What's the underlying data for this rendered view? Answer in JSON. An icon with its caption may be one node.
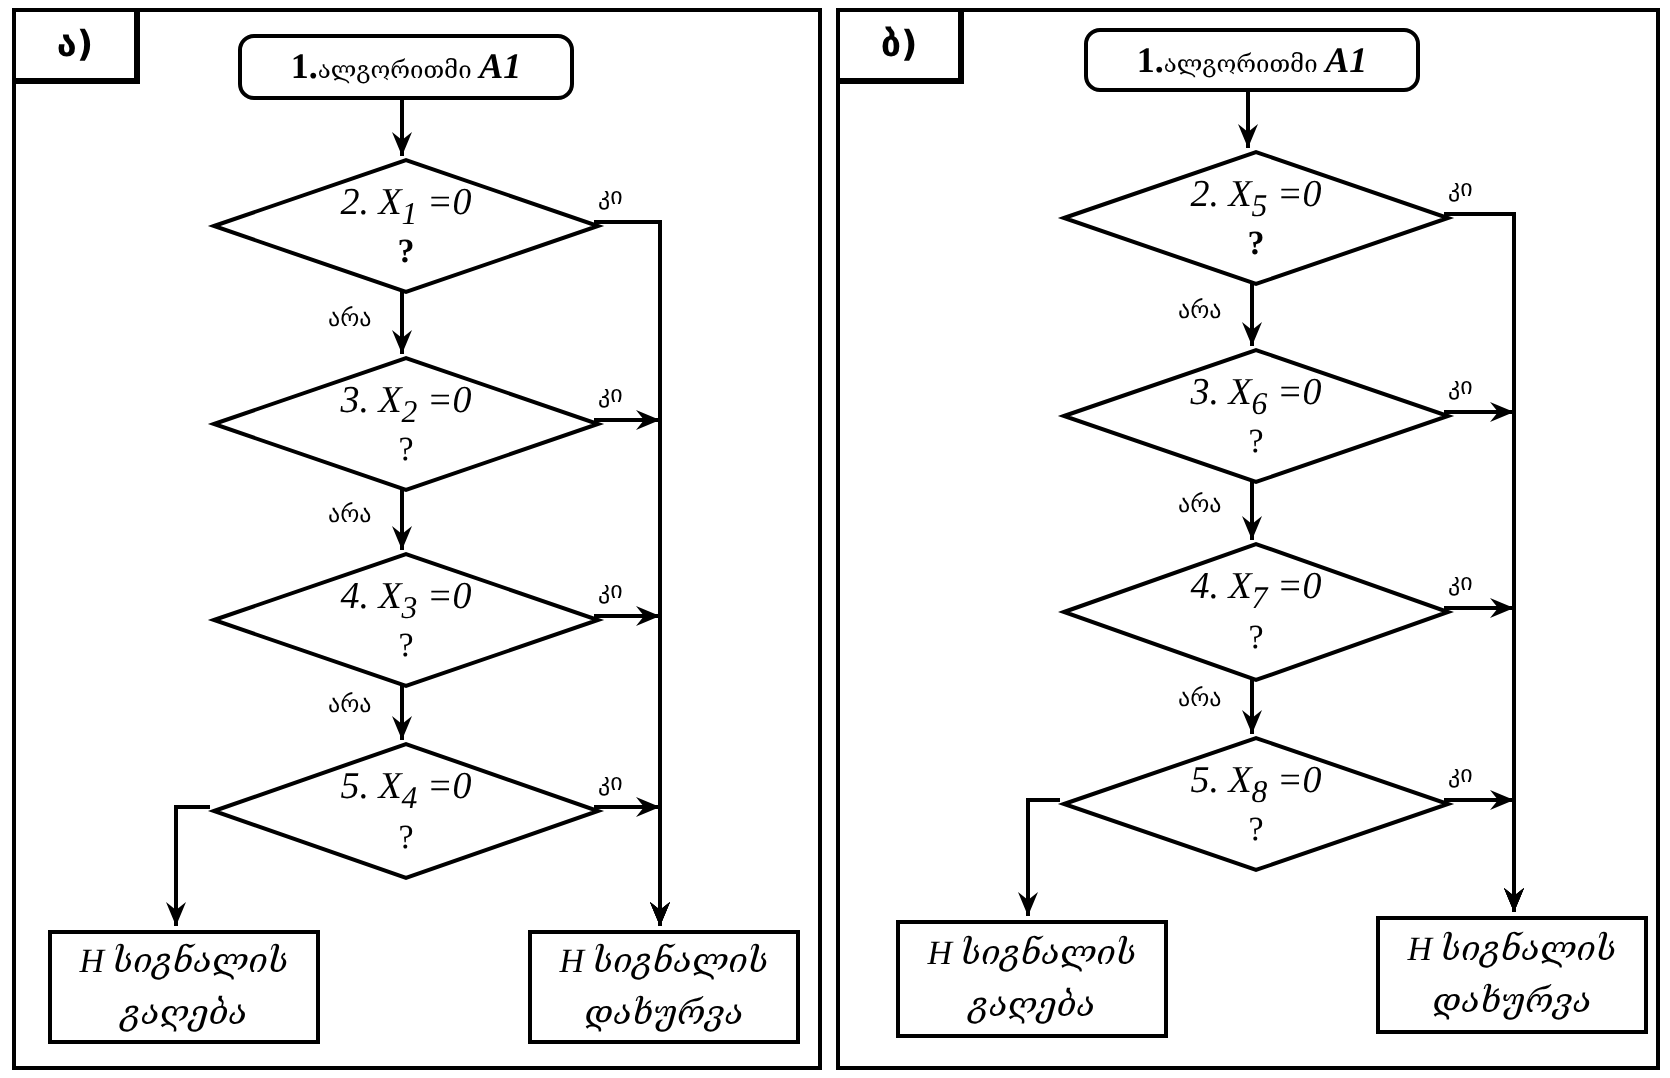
{
  "diagram": {
    "nodes": [
      {
        "text": [
          "ა)"
        ]
      },
      {
        "text": [
          "**1.**ალგორითმი **A1**"
        ],
        "in": 0
      },
      {
        "text": [
          "2. X$_{1}$ =0",
          "?"
        ],
        "in": 0
      },
      {
        "text": [
          "3. X$_{2}$ =0",
          "?"
        ],
        "in": 0
      },
      {
        "text": [
          "4. X$_{3}$ =0",
          "?"
        ],
        "in": 0
      },
      {
        "text": [
          "5. X$_{4}$ =0",
          "?"
        ],
        "in": 0
      },
      {
        "text": [
          "H სიგნალის გაღება"
        ],
        "in": 0
      },
      {
        "text": [
          "H სიგნალის დახურვა"
        ],
        "in": 0
      },
      {
        "text": [
          "ბ)"
        ]
      },
      {
        "text": [
          "**1.**ალგორითმი **A1**"
        ],
        "in": 8
      },
      {
        "text": [
          "2. X$_{5}$ =0",
          "?"
        ],
        "in": 8
      },
      {
        "text": [
          "3. X$_{6}$ =0",
          "?"
        ],
        "in": 8
      },
      {
        "text": [
          "4. X$_{7}$ =0",
          "?"
        ],
        "in": 8
      },
      {
        "text": [
          "5. X$_{8}$ =0",
          "?"
        ],
        "in": 8
      },
      {
        "text": [
          "H სიგნალის გაღება"
        ],
        "in": 8
      },
      {
        "text": [
          "H სიგნალის დახურვა"
        ],
        "in": 8
      }
    ],
    "edges": [
      {
        "from": 1,
        "to": 2,
        "arrow": "to"
      },
      {
        "from": 2,
        "to": 3,
        "label": "არა",
        "arrow": "to"
      },
      {
        "from": 3,
        "to": 4,
        "label": "არა",
        "arrow": "to"
      },
      {
        "from": 4,
        "to": 5,
        "label": "არა",
        "arrow": "to"
      },
      {
        "from": 2,
        "to": 7,
        "label": "კი",
        "arrow": "to"
      },
      {
        "from": 3,
        "to": 7,
        "label": "კი",
        "arrow": "to"
      },
      {
        "from": 4,
        "to": 7,
        "label": "კი",
        "arrow": "to"
      },
      {
        "from": 5,
        "to": 7,
        "label": "კი",
        "arrow": "to"
      },
      {
        "from": 5,
        "to": 6,
        "arrow": "to"
      },
      {
        "from": 9,
        "to": 10,
        "arrow": "to"
      },
      {
        "from": 10,
        "to": 11,
        "label": "არა",
        "arrow": "to"
      },
      {
        "from": 11,
        "to": 12,
        "label": "არა",
        "arrow": "to"
      },
      {
        "from": 12,
        "to": 13,
        "label": "არა",
        "arrow": "to"
      },
      {
        "from": 10,
        "to": 15,
        "label": "კი",
        "arrow": "to"
      },
      {
        "from": 11,
        "to": 15,
        "label": "კი",
        "arrow": "to"
      },
      {
        "from": 12,
        "to": 15,
        "label": "კი",
        "arrow": "to"
      },
      {
        "from": 13,
        "to": 15,
        "label": "კი",
        "arrow": "to"
      },
      {
        "from": 13,
        "to": 14,
        "arrow": "to"
      }
    ]
  }
}
